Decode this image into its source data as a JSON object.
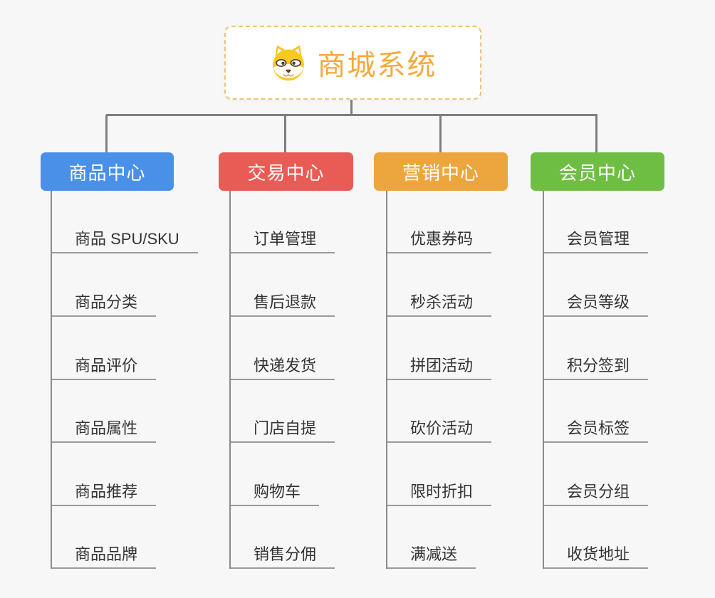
{
  "root": {
    "title": "商城系统",
    "icon": "shiba-dog-icon",
    "title_color": "#F5A93F",
    "border_color": "#F2C378"
  },
  "connector_color": "#7F7F7F",
  "leaf_text_color": "#333333",
  "background_color": "#F7F7F7",
  "branches": [
    {
      "label": "商品中心",
      "color": "#4A90E8",
      "items": [
        "商品 SPU/SKU",
        "商品分类",
        "商品评价",
        "商品属性",
        "商品推荐",
        "商品品牌"
      ]
    },
    {
      "label": "交易中心",
      "color": "#E95C55",
      "items": [
        "订单管理",
        "售后退款",
        "快递发货",
        "门店自提",
        "购物车",
        "销售分佣"
      ]
    },
    {
      "label": "营销中心",
      "color": "#EDA63E",
      "items": [
        "优惠券码",
        "秒杀活动",
        "拼团活动",
        "砍价活动",
        "限时折扣",
        "满减送"
      ]
    },
    {
      "label": "会员中心",
      "color": "#6FBE44",
      "items": [
        "会员管理",
        "会员等级",
        "积分签到",
        "会员标签",
        "会员分组",
        "收货地址"
      ]
    }
  ]
}
